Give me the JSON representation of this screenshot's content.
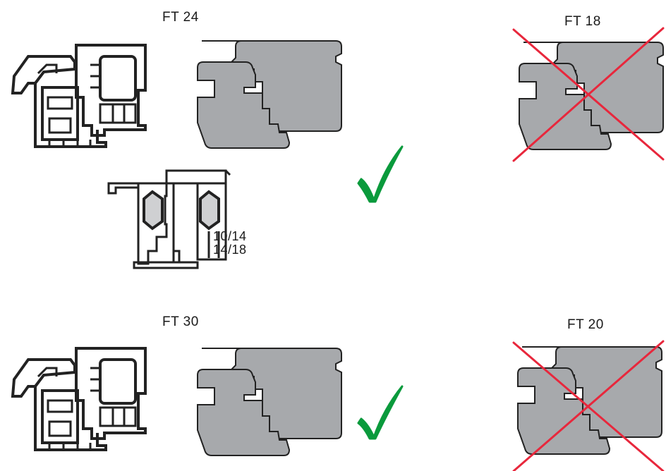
{
  "labels": {
    "ft24": "FT  24",
    "ft18": "FT  18",
    "ft30": "FT  30",
    "ft20": "FT  20",
    "size_a": "10/14",
    "size_b": "14/18"
  },
  "colors": {
    "profile_fill": "#a7a9ac",
    "profile_stroke": "#222222",
    "check": "#0a9a3c",
    "cross": "#e8273c"
  },
  "icons": [
    "check-icon",
    "cross-icon"
  ]
}
